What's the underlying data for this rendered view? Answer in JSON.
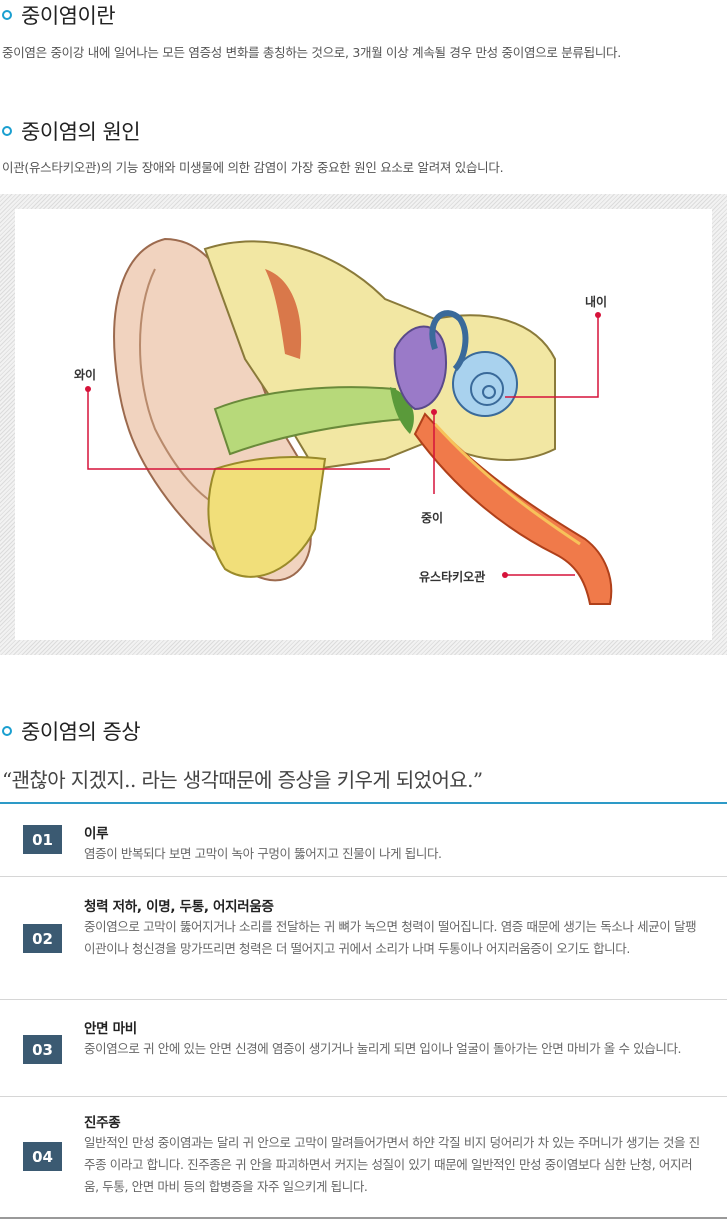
{
  "sections": {
    "definition": {
      "title": "중이염이란",
      "desc": "중이염은 중이강 내에 일어나는 모든 염증성 변화를 총칭하는 것으로, 3개월 이상 계속될 경우 만성 중이염으로 분류됩니다."
    },
    "cause": {
      "title": "중이염의 원인",
      "desc": "이관(유스타키오관)의 기능 장애와 미생물에 의한 감염이 가장 중요한 원인 요소로 알려져 있습니다."
    },
    "symptoms": {
      "title": "중이염의 증상",
      "quote": "“괜찮아 지겠지.. 라는 생각때문에 증상을 키우게 되었어요.”"
    }
  },
  "diagram": {
    "labels": {
      "outer": "와이",
      "inner": "내이",
      "middle": "중이",
      "eustachian": "유스타키오관"
    },
    "colors": {
      "marker": "#d6123a",
      "accent": "#1a9fd0"
    }
  },
  "symptom_items": [
    {
      "num": "01",
      "title": "이루",
      "body": "염증이 반복되다 보면 고막이 녹아 구멍이 뚫어지고 진물이 나게 됩니다."
    },
    {
      "num": "02",
      "title": "청력 저하, 이명, 두통, 어지러움증",
      "body": "중이염으로 고막이 뚫어지거나 소리를 전달하는 귀 뼈가 녹으면 청력이 떨어집니다. 염증 때문에 생기는 독소나 세균이 달팽이관이나 청신경을 망가뜨리면 청력은 더 떨어지고 귀에서 소리가 나며 두통이나 어지러움증이 오기도 합니다."
    },
    {
      "num": "03",
      "title": "안면 마비",
      "body": "중이염으로 귀 안에 있는 안면 신경에 염증이 생기거나 눌리게 되면 입이나 얼굴이 돌아가는 안면 마비가 올 수 있습니다."
    },
    {
      "num": "04",
      "title": "진주종",
      "body": "일반적인 만성 중이염과는 달리 귀 안으로 고막이 말려들어가면서 하얀 각질 비지 덩어리가 차 있는 주머니가 생기는 것을 진주종 이라고 합니다. 진주종은 귀 안을 파괴하면서 커지는 성질이 있기 때문에 일반적인 만성 중이염보다 심한 난청, 어지러움, 두통, 안면 마비 등의 합병증을 자주 일으키게 됩니다."
    }
  ]
}
